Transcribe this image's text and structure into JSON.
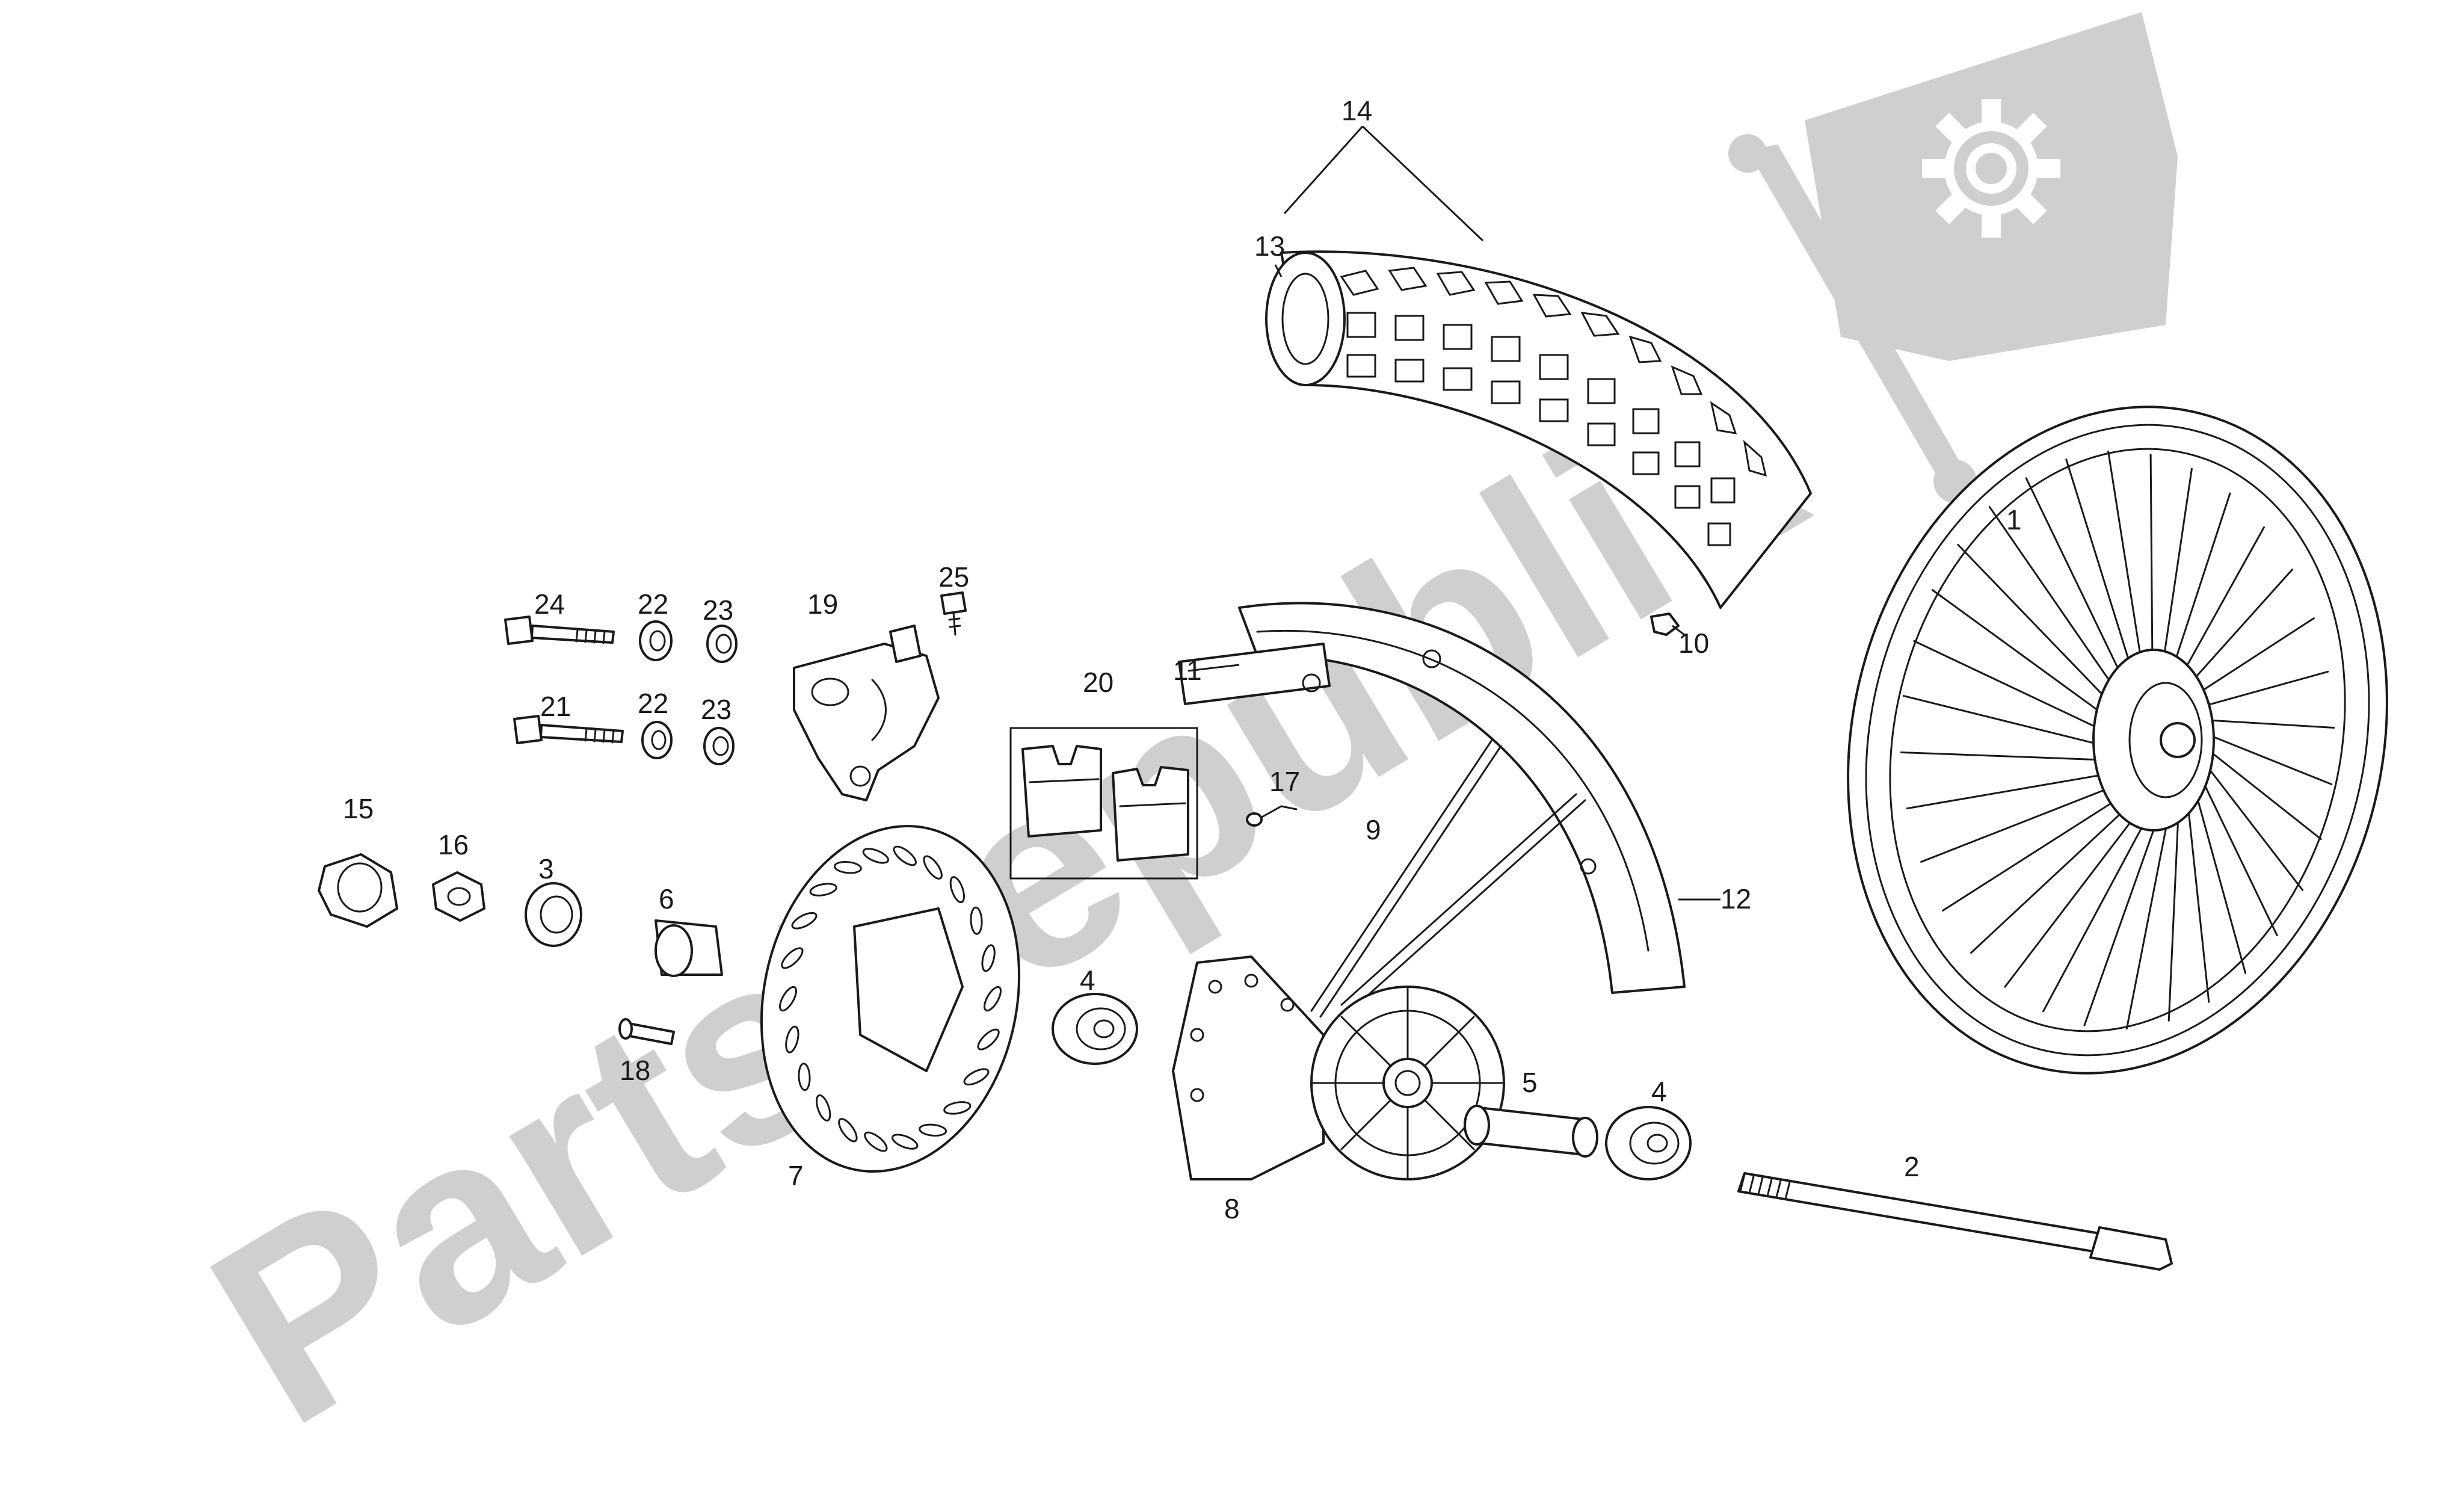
{
  "watermark": {
    "text": "PartsRepublik",
    "color": "#cfcfcf",
    "logo_icon": "gear-flag-icon"
  },
  "callouts": {
    "c1": "1",
    "c2": "2",
    "c3": "3",
    "c4a": "4",
    "c4b": "4",
    "c5": "5",
    "c6": "6",
    "c7": "7",
    "c8": "8",
    "c9": "9",
    "c10": "10",
    "c11": "11",
    "c12": "12",
    "c13": "13",
    "c14": "14",
    "c15": "15",
    "c16": "16",
    "c17": "17",
    "c18": "18",
    "c19": "19",
    "c20": "20",
    "c21": "21",
    "c22a": "22",
    "c22b": "22",
    "c23a": "23",
    "c23b": "23",
    "c24": "24",
    "c25": "25"
  },
  "line_color": "#1a1a1a"
}
